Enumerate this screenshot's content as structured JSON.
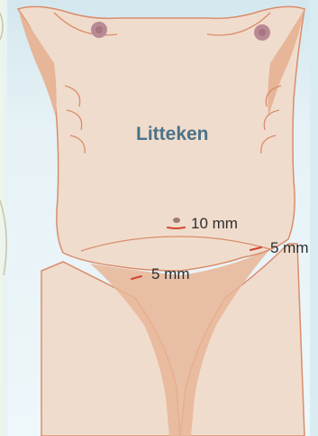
{
  "diagram": {
    "title": "Litteken",
    "incisions": [
      {
        "id": "navel",
        "label": "10 mm"
      },
      {
        "id": "right-flank",
        "label": "5 mm"
      },
      {
        "id": "left-flank",
        "label": "5 mm"
      }
    ]
  },
  "colors": {
    "background": "#e8f3f8",
    "skin": "#f0dccc",
    "skin_shadow": "#e7b597",
    "outline": "#d98d6c",
    "nipple": "#b98a96",
    "incision": "#d2452e",
    "title": "#4d7289",
    "label": "#2e2e2e"
  }
}
